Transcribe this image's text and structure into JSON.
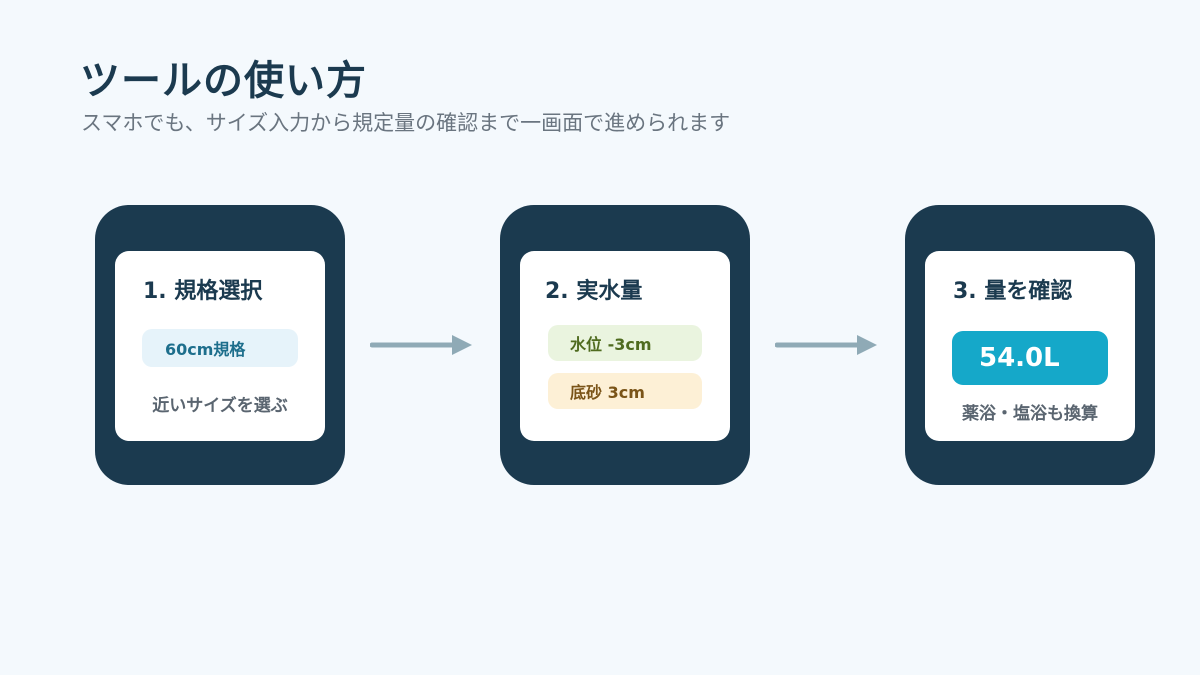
{
  "header": {
    "title": "ツールの使い方",
    "subtitle": "スマホでも、サイズ入力から規定量の確認まで一画面で進められます"
  },
  "steps": [
    {
      "title": "1. 規格選択",
      "chip": "60cm規格",
      "note": "近いサイズを選ぶ"
    },
    {
      "title": "2. 実水量",
      "water_chip": "水位 -3cm",
      "gravel_chip": "底砂 3cm"
    },
    {
      "title": "3. 量を確認",
      "result": "54.0L",
      "note": "薬浴・塩浴も換算"
    }
  ],
  "colors": {
    "background": "#f4f9fd",
    "phone": "#1b3a4f",
    "accent": "#15a8c9",
    "arrow": "#8faab6"
  }
}
